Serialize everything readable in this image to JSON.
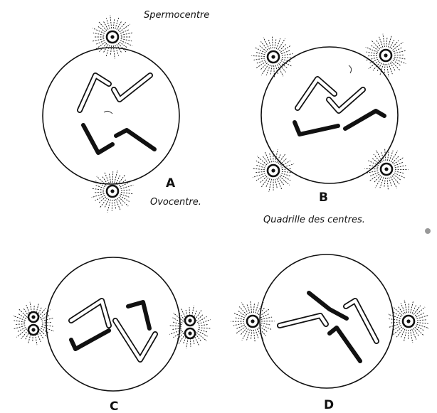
{
  "labels": {
    "spermocentre": "Spermocentre",
    "ovocentre": "Ovocentre.",
    "quadrille": "Quadrille des centres.",
    "panel_a": "A",
    "panel_b": "B",
    "panel_c": "C",
    "panel_d": "D"
  },
  "colors": {
    "ink": "#111111",
    "paper": "#ffffff"
  }
}
